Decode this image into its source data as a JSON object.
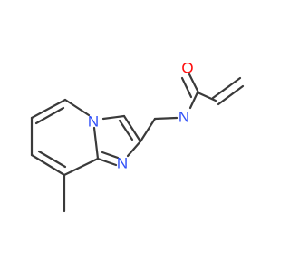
{
  "molecule": {
    "atoms": {
      "oxygen": {
        "label": "O",
        "color": "#ff0d0d"
      },
      "amide_nitrogen": {
        "label": "N",
        "color": "#3050f8"
      },
      "bridgehead_nitrogen": {
        "label": "N",
        "color": "#3050f8"
      },
      "imidazole_nitrogen": {
        "label": "N",
        "color": "#3050f8"
      }
    },
    "bond_color": "#3a3a3a"
  }
}
